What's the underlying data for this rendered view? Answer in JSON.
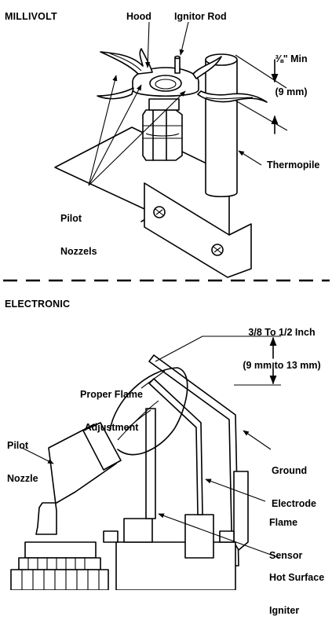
{
  "millivolt": {
    "section_title": "MILLIVOLT",
    "labels": {
      "hood": "Hood",
      "ignitor_rod": "Ignitor Rod",
      "min_gap_line1": "⅜\" Min",
      "min_gap_line2": "(9 mm)",
      "thermopile": "Thermopile",
      "pilot_nozzles_line1": "Pilot",
      "pilot_nozzles_line2": "Nozzels"
    }
  },
  "electronic": {
    "section_title": "ELECTRONIC",
    "labels": {
      "gap_line1": "3/8 To 1/2 Inch",
      "gap_line2": "(9 mm to 13 mm)",
      "flame_adjust_line1": "Proper Flame",
      "flame_adjust_line2": "Adjustment",
      "pilot_nozzle_line1": "Pilot",
      "pilot_nozzle_line2": "Nozzle",
      "ground_electrode_line1": "Ground",
      "ground_electrode_line2": "Electrode",
      "flame_sensor_line1": "Flame",
      "flame_sensor_line2": "Sensor",
      "hot_surface_line1": "Hot Surface",
      "hot_surface_line2": "Igniter"
    }
  }
}
